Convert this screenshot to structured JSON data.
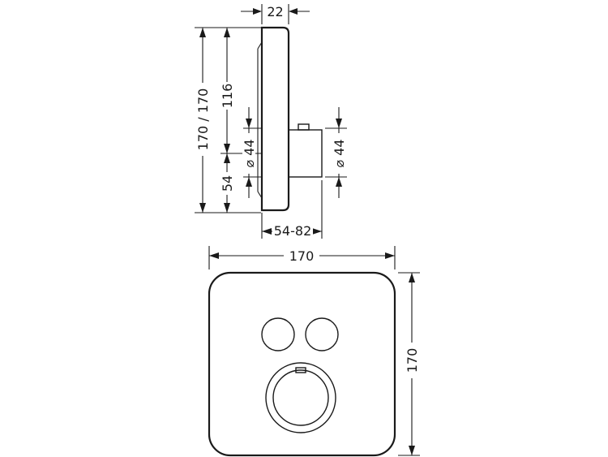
{
  "dimensions": {
    "depth": "22",
    "total_height": "170 / 170",
    "upper_height": "116",
    "lower_height": "54",
    "left_diameter": "⌀ 44",
    "right_diameter": "⌀ 44",
    "projection": "54-82",
    "plate_width": "170",
    "plate_height": "170"
  }
}
